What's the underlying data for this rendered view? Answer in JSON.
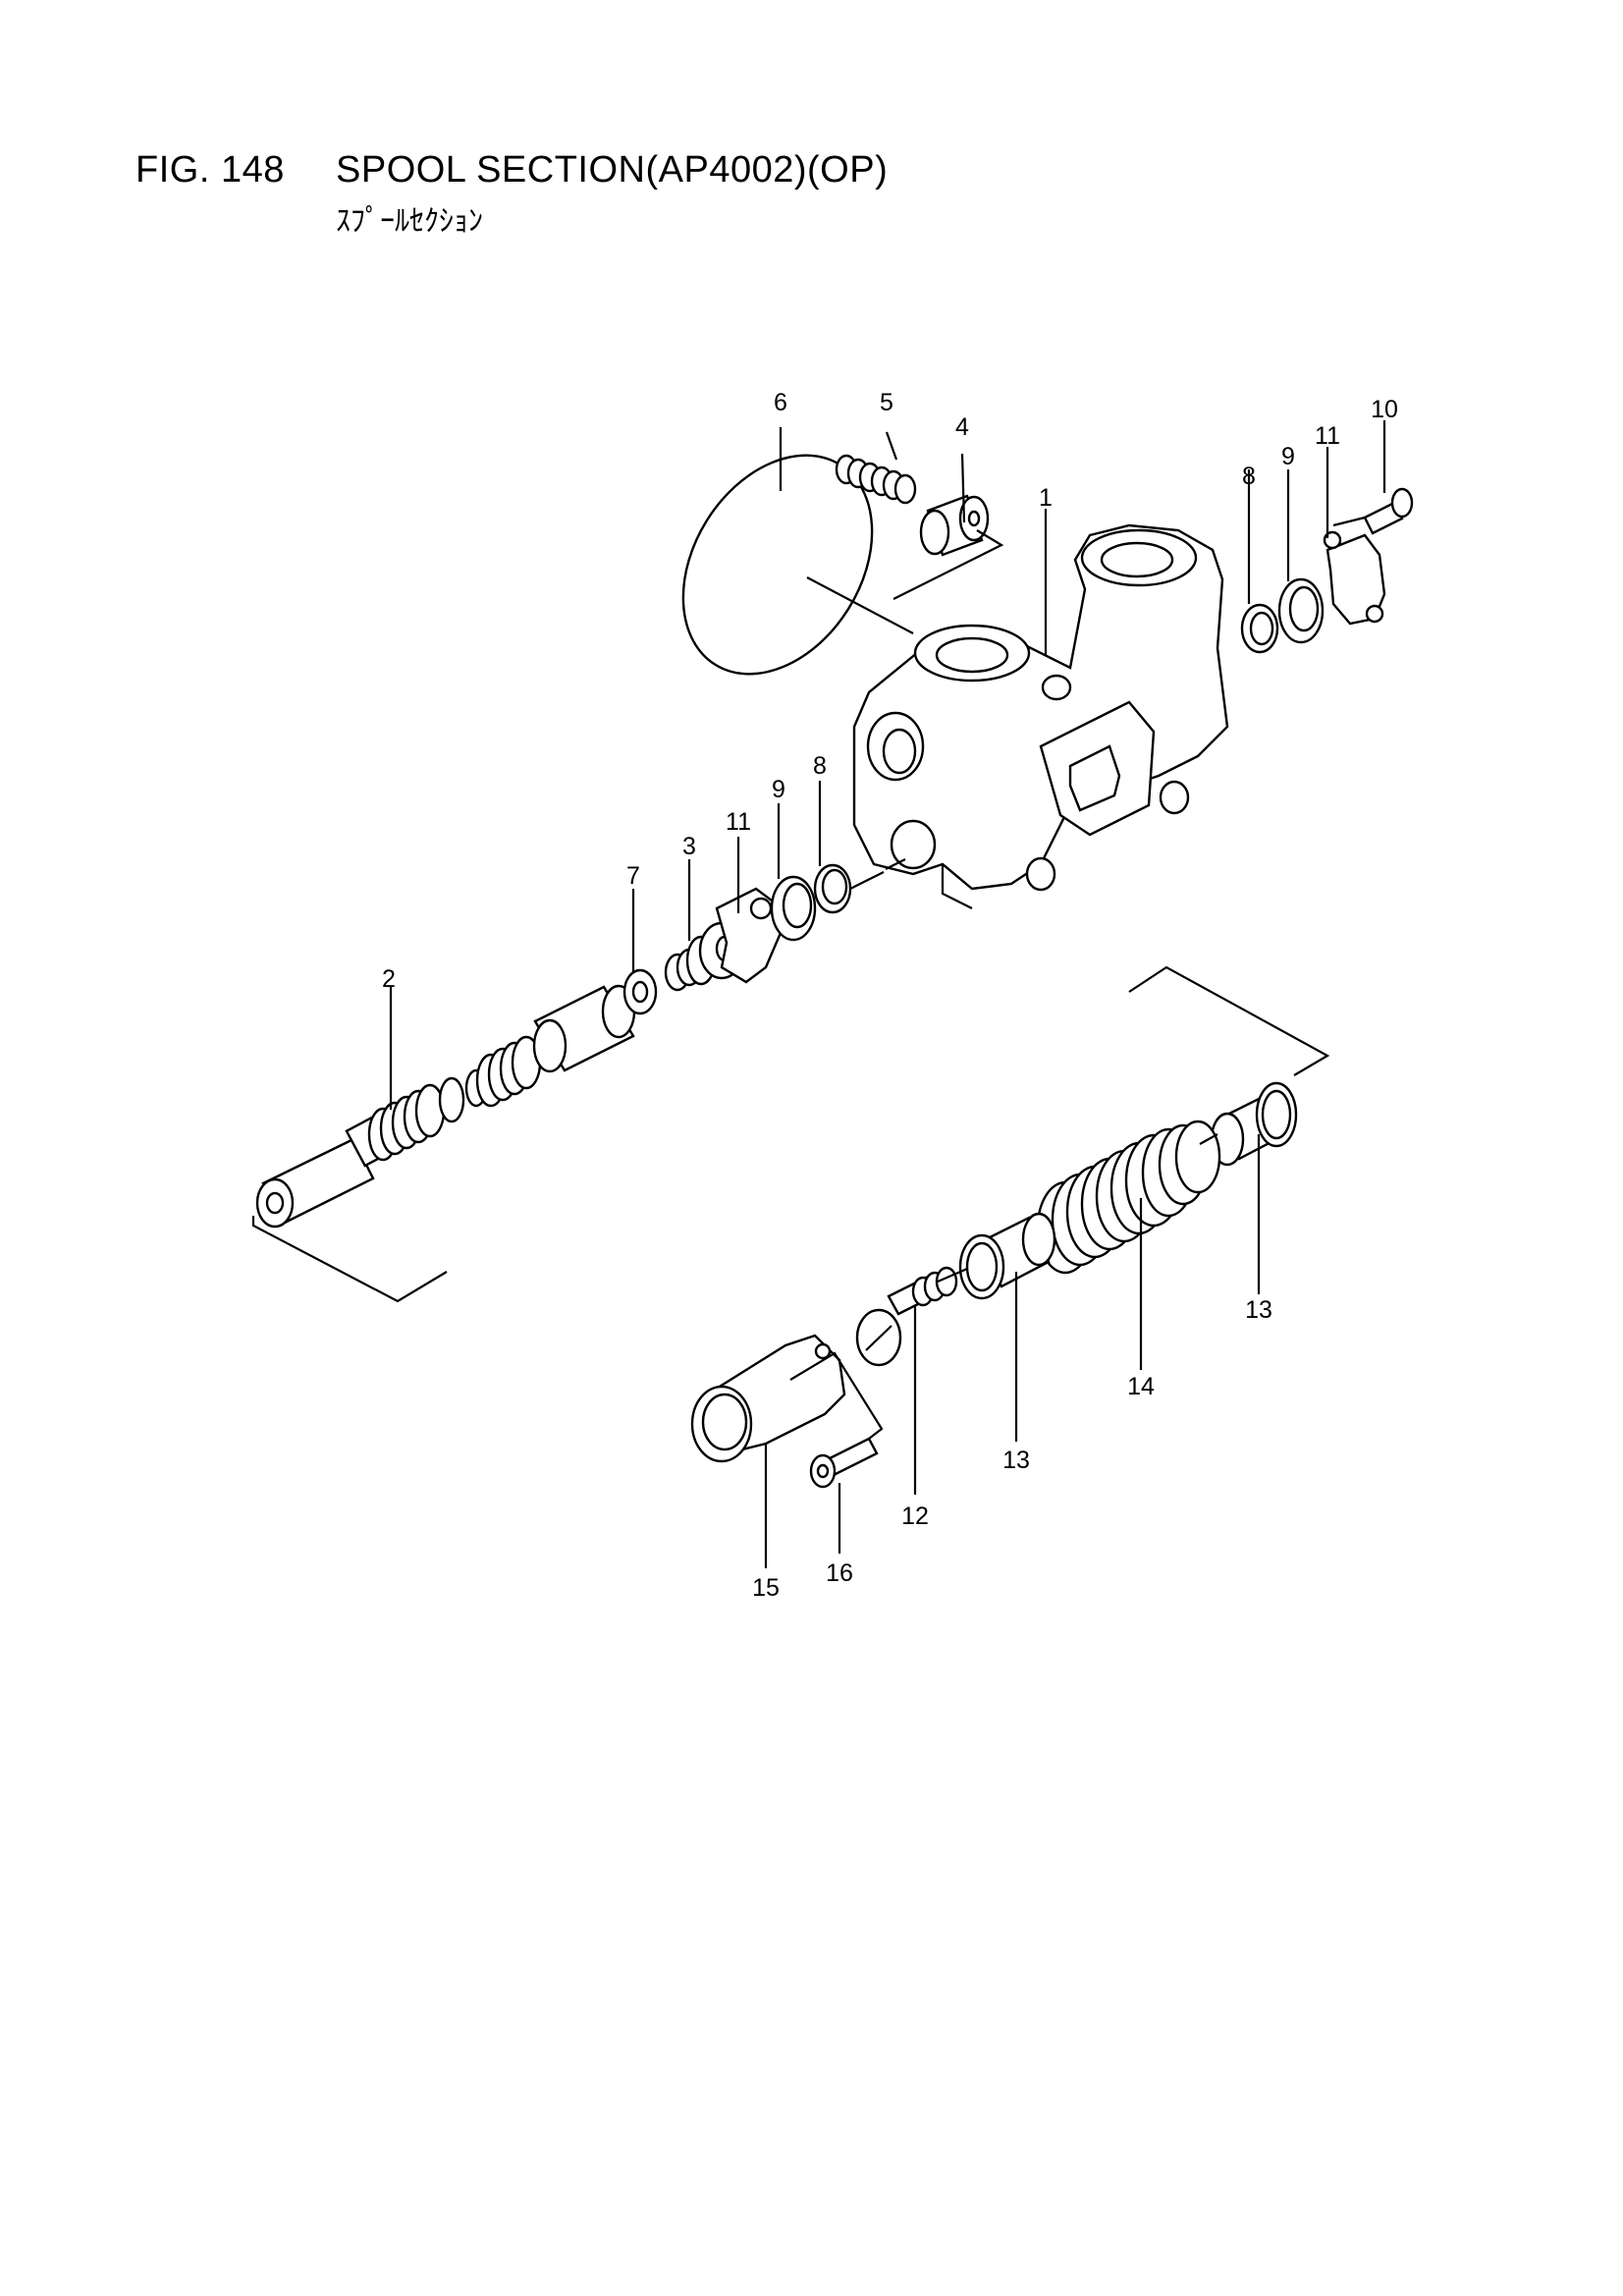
{
  "header": {
    "fig": "FIG. 148",
    "title": "SPOOL SECTION(AP4002)(OP)",
    "subtitle": "ｽﾌﾟｰﾙｾｸｼｮﾝ"
  },
  "callouts": [
    "1",
    "2",
    "3",
    "4",
    "5",
    "6",
    "7",
    "8",
    "8",
    "9",
    "9",
    "10",
    "11",
    "11",
    "12",
    "13",
    "13",
    "14",
    "15",
    "16"
  ]
}
